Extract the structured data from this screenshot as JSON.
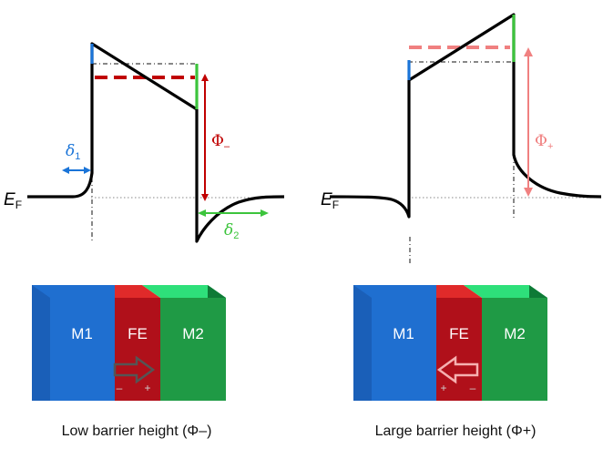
{
  "left_panel": {
    "ef_label": "E",
    "ef_sub": "F",
    "delta1_symbol": "δ",
    "delta1_sub": "1",
    "delta2_symbol": "δ",
    "delta2_sub": "2",
    "phi_symbol": "Φ",
    "phi_sign": "–",
    "blocks": [
      "M1",
      "FE",
      "M2"
    ],
    "polarization_signs": [
      "–",
      "+"
    ],
    "caption": "Low barrier height (Φ–)"
  },
  "right_panel": {
    "ef_label": "E",
    "ef_sub": "F",
    "phi_symbol": "Φ",
    "phi_sign": "+",
    "blocks": [
      "M1",
      "FE",
      "M2"
    ],
    "polarization_signs": [
      "+",
      "–"
    ],
    "caption": "Large barrier height (Φ+)"
  },
  "colors": {
    "m1_blue": "#1f6fd0",
    "fe_red": "#c81018",
    "m2_green": "#1f9a45",
    "phi_minus": "#c00000",
    "phi_plus": "#f08080",
    "delta_blue": "#1a74d8",
    "delta_green": "#3cc43c"
  }
}
